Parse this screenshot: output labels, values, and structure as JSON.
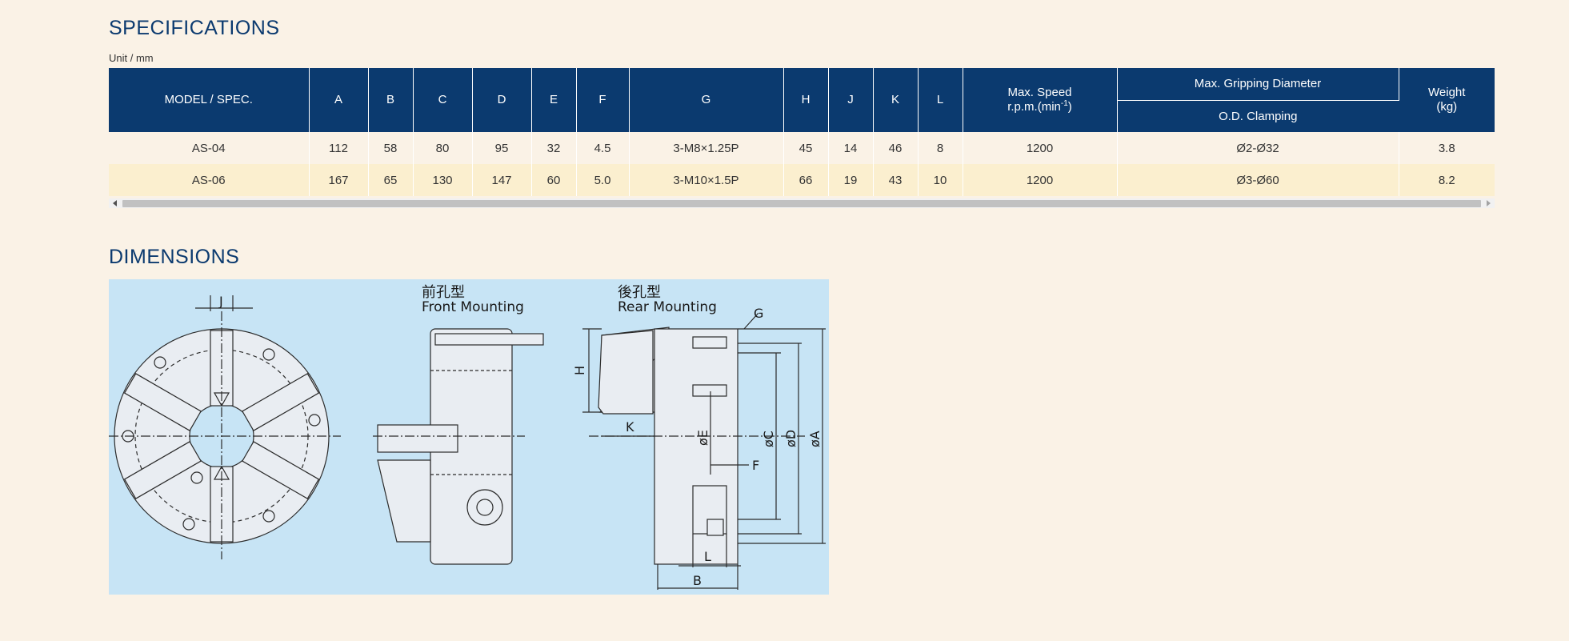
{
  "specifications": {
    "title": "SPECIFICATIONS",
    "unit": "Unit / mm",
    "headers": {
      "model": "MODEL / SPEC.",
      "cols": [
        "A",
        "B",
        "C",
        "D",
        "E",
        "F",
        "G",
        "H",
        "J",
        "K",
        "L"
      ],
      "max_speed_line1": "Max. Speed",
      "max_speed_line2": "r.p.m.(min",
      "max_speed_sup": "-1",
      "max_speed_close": ")",
      "max_grip": "Max. Gripping Diameter",
      "od_clamping": "O.D. Clamping",
      "weight_line1": "Weight",
      "weight_line2": "(kg)"
    },
    "rows": [
      {
        "model": "AS-04",
        "A": "112",
        "B": "58",
        "C": "80",
        "D": "95",
        "E": "32",
        "F": "4.5",
        "G": "3-M8×1.25P",
        "H": "45",
        "J": "14",
        "K": "46",
        "L": "8",
        "speed": "1200",
        "grip": "Ø2-Ø32",
        "weight": "3.8"
      },
      {
        "model": "AS-06",
        "A": "167",
        "B": "65",
        "C": "130",
        "D": "147",
        "E": "60",
        "F": "5.0",
        "G": "3-M10×1.5P",
        "H": "66",
        "J": "19",
        "K": "43",
        "L": "10",
        "speed": "1200",
        "grip": "Ø3-Ø60",
        "weight": "8.2"
      }
    ]
  },
  "dimensions": {
    "title": "DIMENSIONS",
    "front_cn": "前孔型",
    "front_en": "Front Mounting",
    "rear_cn": "後孔型",
    "rear_en": "Rear Mounting",
    "labels": {
      "J": "J",
      "H": "H",
      "K": "K",
      "G": "G",
      "E": "øE",
      "C": "øC",
      "D": "øD",
      "A": "øA",
      "F": "F",
      "L": "L",
      "B": "B"
    }
  }
}
